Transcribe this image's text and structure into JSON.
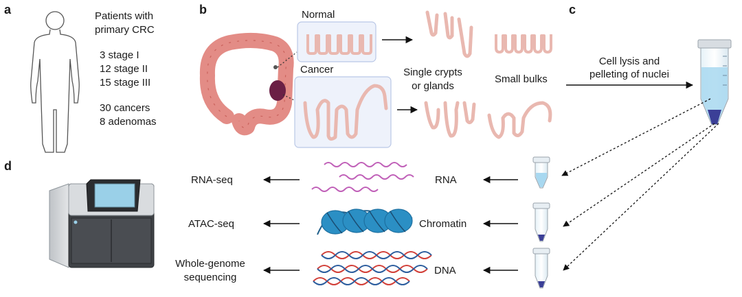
{
  "panels": {
    "a": "a",
    "b": "b",
    "c": "c",
    "d": "d"
  },
  "cohort": {
    "heading_line1": "Patients with",
    "heading_line2": "primary CRC",
    "stages": [
      "3 stage I",
      "12 stage II",
      "15 stage III"
    ],
    "counts": [
      "30 cancers",
      "8 adenomas"
    ]
  },
  "tissue": {
    "normal_label": "Normal",
    "cancer_label": "Cancer",
    "crypts_line1": "Single crypts",
    "crypts_line2": "or glands",
    "bulks_label": "Small bulks"
  },
  "lysis": {
    "line1": "Cell lysis and",
    "line2": "pelleting of nuclei"
  },
  "molecules": {
    "rna": "RNA",
    "chromatin": "Chromatin",
    "dna": "DNA"
  },
  "assays": {
    "rna_seq": "RNA-seq",
    "atac_seq": "ATAC-seq",
    "wgs_line1": "Whole-genome",
    "wgs_line2": "sequencing"
  },
  "colors": {
    "colon": "#e38c86",
    "tumor": "#6b1f45",
    "crypt": "#e9b8b0",
    "box_fill": "#eef2fb",
    "box_stroke": "#b9c7e6",
    "rna": "#c060b8",
    "nucleosome": "#2b8fc4",
    "dna_red": "#d2413a",
    "dna_blue": "#2d5e9e",
    "liquid": "#a8d8f0",
    "pellet": "#3b3f97"
  }
}
